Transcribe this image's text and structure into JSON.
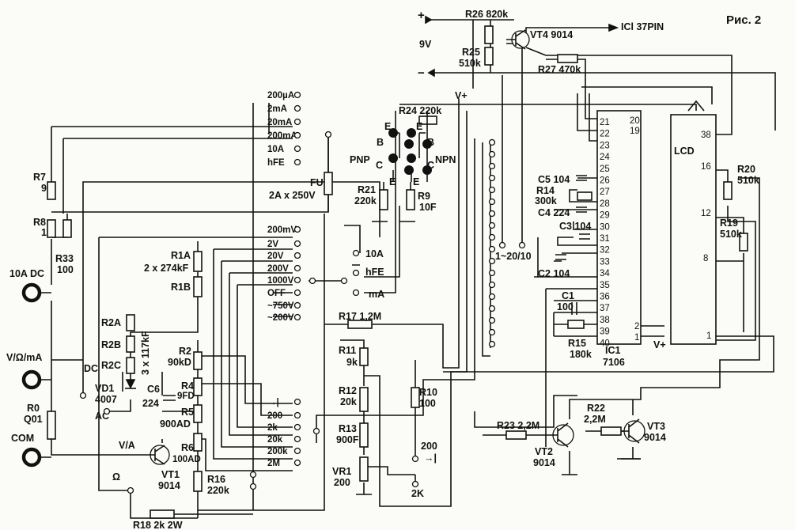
{
  "figure_label": "Рис. 2",
  "supply": {
    "voltage": "9V",
    "plus": "+",
    "minus": "−",
    "vplus": "V+"
  },
  "ic1": {
    "ref": "IC1",
    "part": "7106",
    "pins_left": [
      "21",
      "22",
      "23",
      "24",
      "25",
      "26",
      "27",
      "28",
      "29",
      "30",
      "31",
      "32",
      "33",
      "34",
      "35",
      "36",
      "37",
      "38",
      "39",
      "40"
    ],
    "pins_top_right": [
      "20",
      "19"
    ],
    "pins_right": [
      "2",
      "1"
    ]
  },
  "lcd": {
    "ref": "LCD",
    "pins": [
      "38",
      "16",
      "12",
      "8",
      "1"
    ]
  },
  "jacks": [
    "10A DC",
    "V/Ω/mA",
    "COM"
  ],
  "transistors": {
    "vt1": [
      "VT1",
      "9014"
    ],
    "vt2": [
      "VT2",
      "9014"
    ],
    "vt3": [
      "VT3",
      "9014"
    ],
    "vt4": [
      "VT4 9014",
      "ICl 37PIN"
    ]
  },
  "resistors": {
    "r7": [
      "R7",
      "9"
    ],
    "r8": [
      "R8",
      "1"
    ],
    "r33": [
      "R33",
      "100"
    ],
    "r0": [
      "R0",
      "Q01"
    ],
    "r1a": [
      "R1A",
      "2 x 274kF"
    ],
    "r1b": [
      "R1B"
    ],
    "r2abc": [
      "R2A",
      "R2B",
      "R2C",
      "3 x 117kF"
    ],
    "r2": [
      "R2",
      "90kD"
    ],
    "r4": [
      "R4",
      "9FD"
    ],
    "r5": [
      "R5",
      "900AD"
    ],
    "r6": [
      "R6",
      "100AD"
    ],
    "r16": [
      "R16",
      "220k"
    ],
    "r18": [
      "R18 2k 2W"
    ],
    "r9": [
      "R9",
      "10F"
    ],
    "r21": [
      "R21",
      "220k"
    ],
    "r24": [
      "R24 220k"
    ],
    "r25": [
      "R25",
      "510k"
    ],
    "r26": [
      "R26 820k"
    ],
    "r27": [
      "R27 470k"
    ],
    "r17": [
      "R17 1,2M"
    ],
    "r11": [
      "R11",
      "9k"
    ],
    "r12": [
      "R12",
      "20k"
    ],
    "r13": [
      "R13",
      "900F"
    ],
    "vr1": [
      "VR1",
      "200"
    ],
    "r10": [
      "R10",
      "100"
    ],
    "r14": [
      "R14",
      "300k"
    ],
    "r15": [
      "R15",
      "180k"
    ],
    "r19": [
      "R19",
      "510k"
    ],
    "r20": [
      "R20",
      "510k"
    ],
    "r22": [
      "R22",
      "2,2M"
    ],
    "r23": [
      "R23 2,2M"
    ]
  },
  "capacitors": {
    "c1": [
      "C1",
      "100"
    ],
    "c2": [
      "C2 104"
    ],
    "c3": [
      "C3 104"
    ],
    "c4": [
      "C4 224"
    ],
    "c5": [
      "C5 104"
    ],
    "c6": [
      "C6",
      "224"
    ]
  },
  "diode": [
    "VD1",
    "4007"
  ],
  "fuse": [
    "FU",
    "2A x 250V"
  ],
  "hfe_socket": [
    "E",
    "B",
    "C",
    "E",
    "E",
    "B",
    "C",
    "E",
    "PNP",
    "NPN"
  ],
  "switch_ranges": [
    "200µA",
    "2mA",
    "20mA",
    "200mA",
    "10A",
    "hFE",
    "200mV",
    "2V",
    "20V",
    "200V",
    "1000V",
    "OFF",
    "~750V",
    "~200V",
    "→|",
    "200",
    "2k",
    "20k",
    "200k",
    "2M"
  ],
  "misc_labels": [
    "DC",
    "AC",
    "V/A",
    "Ω",
    "10A",
    "hFE",
    "mA",
    "1~20/10",
    "200",
    "→|",
    "2K"
  ]
}
